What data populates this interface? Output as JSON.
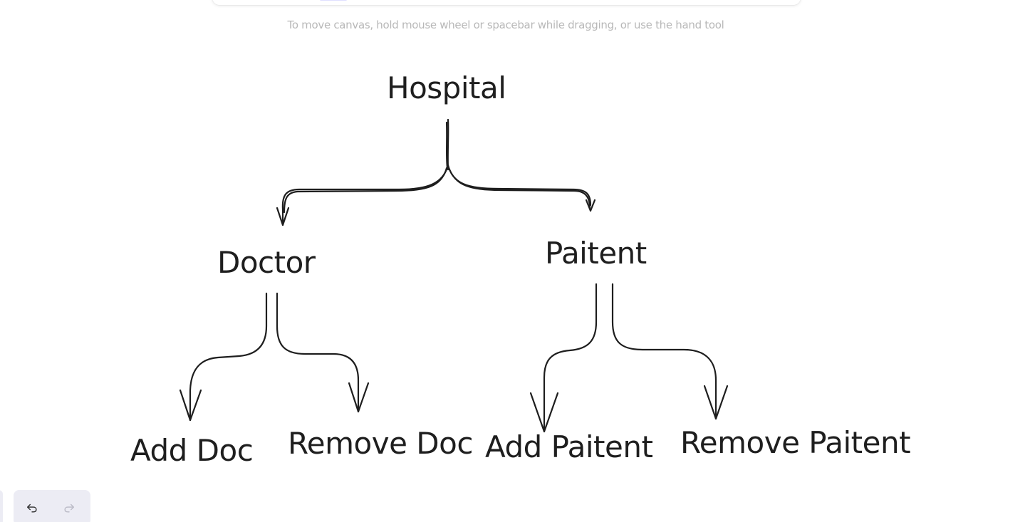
{
  "hint": {
    "text": "To move canvas, hold mouse wheel or spacebar while dragging, or use the hand tool"
  },
  "diagram": {
    "root": "Hospital",
    "branches": [
      {
        "label": "Doctor",
        "children": [
          "Add Doc",
          "Remove Doc"
        ]
      },
      {
        "label": "Paitent",
        "children": [
          "Add Paitent",
          "Remove Paitent"
        ]
      }
    ]
  },
  "footer": {
    "undo_icon": "undo-icon",
    "redo_icon": "redo-icon"
  },
  "colors": {
    "stroke": "#1e1e1e",
    "hint": "#b8b8b8",
    "footer_bg": "#ececf4"
  }
}
